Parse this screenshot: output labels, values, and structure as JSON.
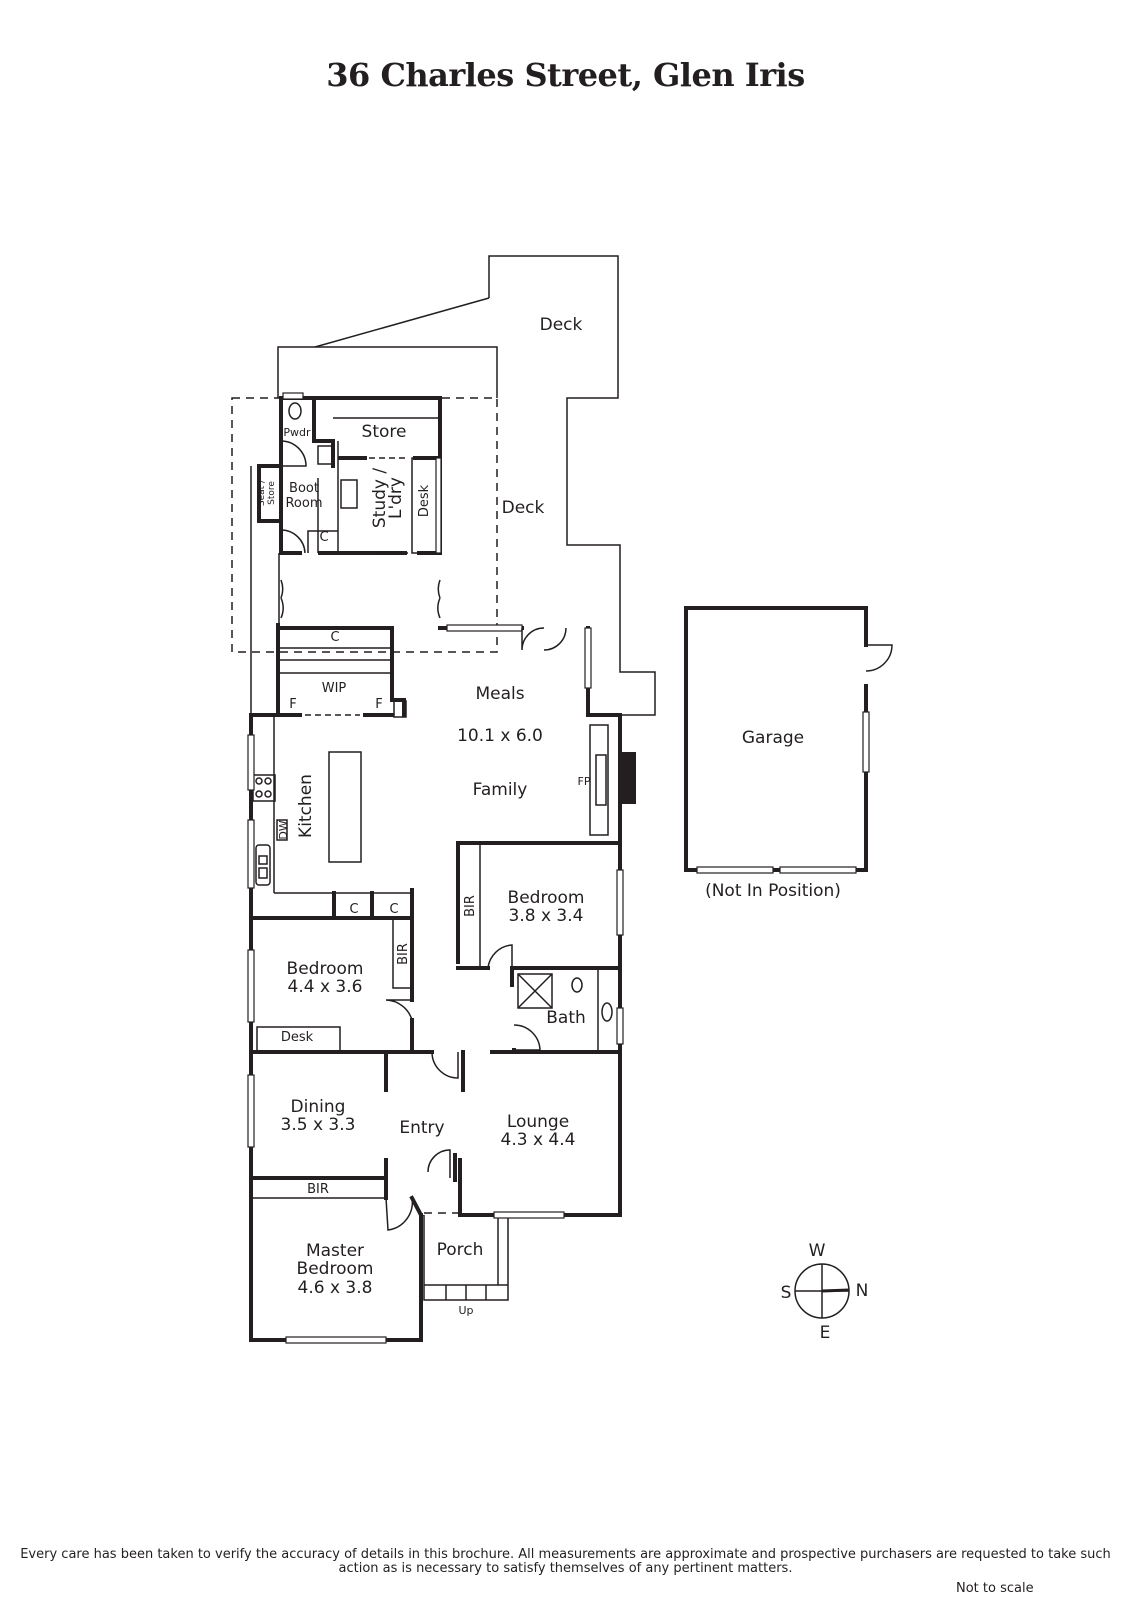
{
  "title": "36 Charles Street, Glen Iris",
  "rooms": {
    "deck_upper": "Deck",
    "deck_side": "Deck",
    "store": "Store",
    "pwdr": "Pwdr",
    "boot_room": [
      "Boot",
      "Room"
    ],
    "seat_store": [
      "Seat /",
      "Store"
    ],
    "study": [
      "Study /",
      "L'dry"
    ],
    "desk_study": "Desk",
    "cupboard": "C",
    "wip": "WIP",
    "fridge": "F",
    "meals": "Meals",
    "meals_size": "10.1 x 6.0",
    "family": "Family",
    "fireplace": "FP",
    "kitchen": "Kitchen",
    "dishwasher": "DW",
    "bedroom2": "Bedroom",
    "bedroom2_size": "3.8 x 3.4",
    "bir": "BIR",
    "bedroom3": "Bedroom",
    "bedroom3_size": "4.4 x 3.6",
    "desk_bedroom": "Desk",
    "bath": "Bath",
    "dining": "Dining",
    "dining_size": "3.5 x 3.3",
    "entry": "Entry",
    "lounge": "Lounge",
    "lounge_size": "4.3 x 4.4",
    "master": [
      "Master",
      "Bedroom"
    ],
    "master_size": "4.6 x 3.8",
    "porch": "Porch",
    "up": "Up",
    "garage": "Garage",
    "garage_note": "(Not In Position)"
  },
  "compass": {
    "n": "N",
    "s": "S",
    "e": "E",
    "w": "W"
  },
  "disclaimer": "Every care has been taken to verify the accuracy of details in this brochure.  All measurements are approximate and prospective purchasers are requested to take such action as is necessary to satisfy themselves of any pertinent matters.",
  "not_to_scale": "Not to scale"
}
